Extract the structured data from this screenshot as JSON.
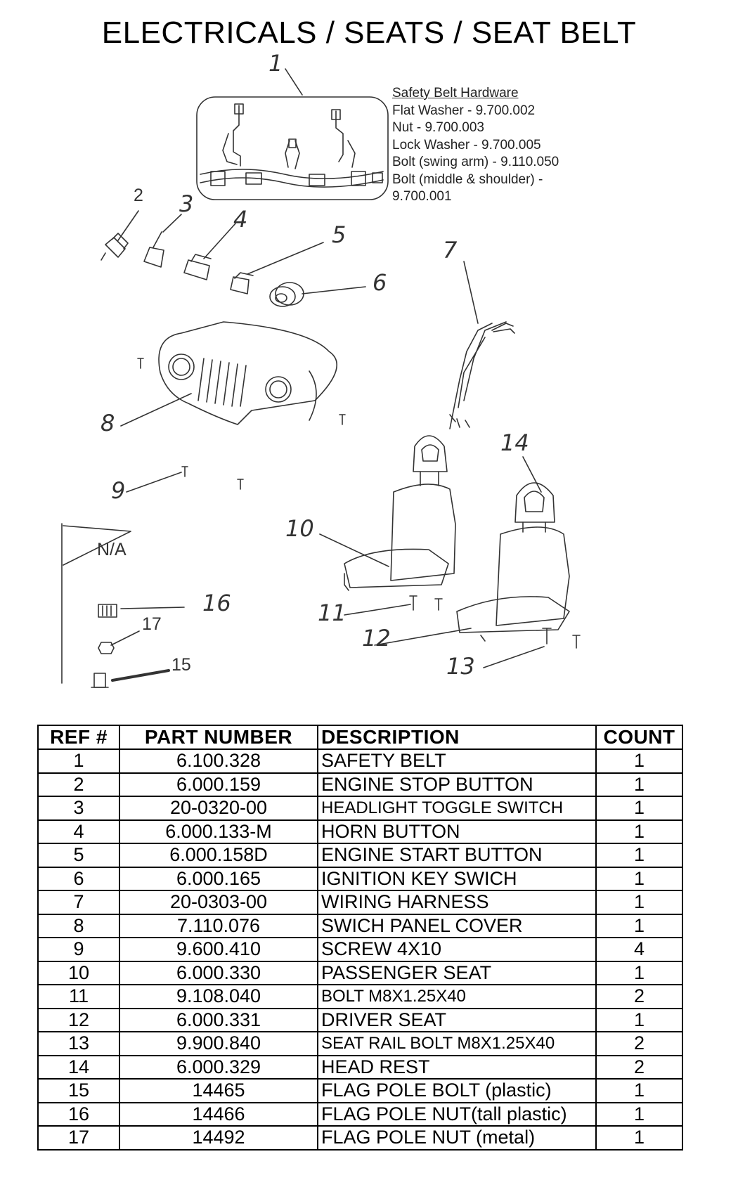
{
  "title": "ELECTRICALS / SEATS / SEAT BELT",
  "hardware_note": {
    "heading": "Safety Belt Hardware",
    "lines": [
      "Flat Washer - 9.700.002",
      "Nut - 9.700.003",
      "Lock Washer - 9.700.005",
      "Bolt (swing arm) - 9.110.050",
      "Bolt (middle & shoulder) -",
      "9.700.001"
    ]
  },
  "callouts": {
    "c1": "1",
    "c2": "2",
    "c3": "3",
    "c4": "4",
    "c5": "5",
    "c6": "6",
    "c7": "7",
    "c8": "8",
    "c9": "9",
    "c10": "10",
    "c11": "11",
    "c12": "12",
    "c13": "13",
    "c14": "14",
    "c15": "15",
    "c16": "16",
    "c17": "17",
    "na": "N/A"
  },
  "table": {
    "headers": [
      "REF #",
      "PART NUMBER",
      "DESCRIPTION",
      "COUNT"
    ],
    "rows": [
      {
        "ref": "1",
        "part": "6.100.328",
        "desc": "SAFETY BELT",
        "count": "1"
      },
      {
        "ref": "2",
        "part": "6.000.159",
        "desc": "ENGINE STOP BUTTON",
        "count": "1"
      },
      {
        "ref": "3",
        "part": "20-0320-00",
        "desc": "HEADLIGHT TOGGLE SWITCH",
        "count": "1"
      },
      {
        "ref": "4",
        "part": "6.000.133-M",
        "desc": "HORN BUTTON",
        "count": "1"
      },
      {
        "ref": "5",
        "part": "6.000.158D",
        "desc": "ENGINE START BUTTON",
        "count": "1"
      },
      {
        "ref": "6",
        "part": "6.000.165",
        "desc": "IGNITION KEY SWICH",
        "count": "1"
      },
      {
        "ref": "7",
        "part": "20-0303-00",
        "desc": "WIRING HARNESS",
        "count": "1"
      },
      {
        "ref": "8",
        "part": "7.110.076",
        "desc": "SWICH PANEL COVER",
        "count": "1"
      },
      {
        "ref": "9",
        "part": "9.600.410",
        "desc": "SCREW 4X10",
        "count": "4"
      },
      {
        "ref": "10",
        "part": "6.000.330",
        "desc": "PASSENGER SEAT",
        "count": "1"
      },
      {
        "ref": "11",
        "part": "9.108.040",
        "desc": "BOLT M8X1.25X40",
        "count": "2"
      },
      {
        "ref": "12",
        "part": "6.000.331",
        "desc": "DRIVER SEAT",
        "count": "1"
      },
      {
        "ref": "13",
        "part": "9.900.840",
        "desc": "SEAT RAIL BOLT M8X1.25X40",
        "count": "2"
      },
      {
        "ref": "14",
        "part": "6.000.329",
        "desc": "HEAD REST",
        "count": "2"
      },
      {
        "ref": "15",
        "part": "14465",
        "desc": "FLAG POLE BOLT (plastic)",
        "count": "1"
      },
      {
        "ref": "16",
        "part": "14466",
        "desc": "FLAG POLE NUT(tall plastic)",
        "count": "1"
      },
      {
        "ref": "17",
        "part": "14492",
        "desc": "FLAG POLE NUT (metal)",
        "count": "1"
      }
    ]
  }
}
